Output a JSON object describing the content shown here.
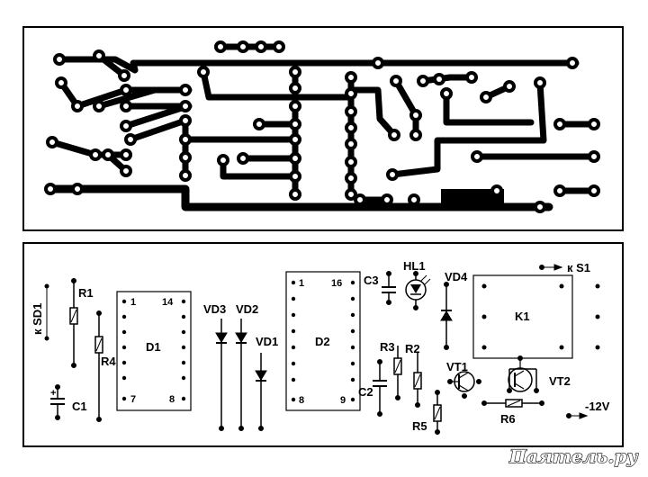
{
  "panels": {
    "pcb_name": "pcb-traces-panel",
    "layout_name": "component-layout-panel"
  },
  "components": {
    "sd1": "к SD1",
    "r1": "R1",
    "r4": "R4",
    "c1": "C1",
    "d1": "D1",
    "d1_pin1": "1",
    "d1_pin14": "14",
    "d1_pin7": "7",
    "d1_pin8": "8",
    "vd3": "VD3",
    "vd2": "VD2",
    "vd1": "VD1",
    "d2": "D2",
    "d2_pin1": "1",
    "d2_pin16": "16",
    "d2_pin8": "8",
    "d2_pin9": "9",
    "c3": "C3",
    "hl1": "HL1",
    "vd4": "VD4",
    "s1": "к S1",
    "k1": "K1",
    "r3": "R3",
    "r2": "R2",
    "c2": "C2",
    "r5": "R5",
    "vt1": "VT1",
    "vt2": "VT2",
    "r6": "R6",
    "supply": "-12V"
  },
  "watermark": "Паятель.ру",
  "colors": {
    "ink": "#000000",
    "paper": "#ffffff"
  }
}
